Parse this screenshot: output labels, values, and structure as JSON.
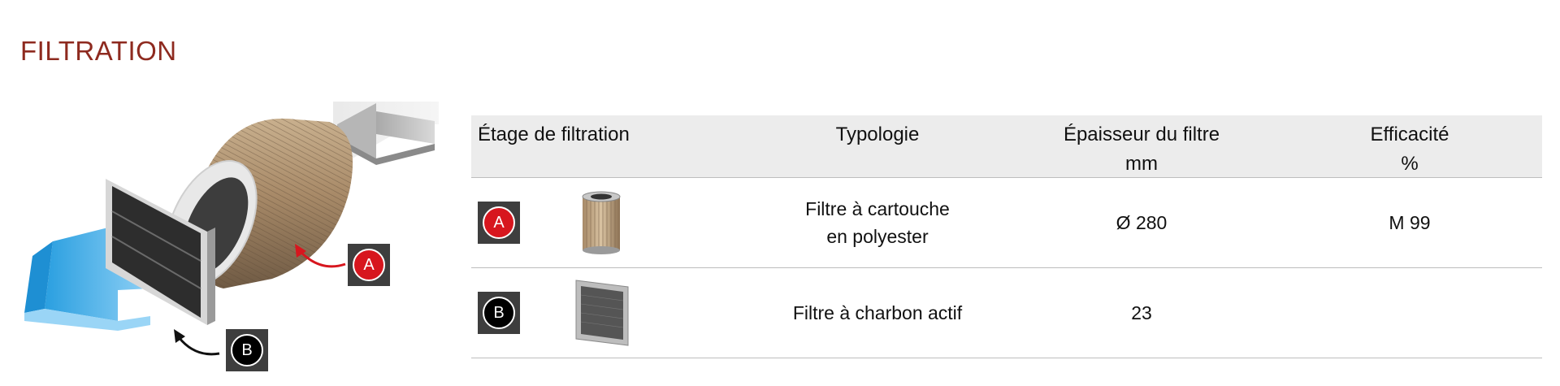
{
  "title": "FILTRATION",
  "illustration": {
    "badge_a": "A",
    "badge_b": "B"
  },
  "table": {
    "headers": {
      "stage": "Étage de filtration",
      "type": "Typologie",
      "thickness_line1": "Épaisseur du filtre",
      "thickness_line2": "mm",
      "efficiency_line1": "Efficacité",
      "efficiency_line2": "%"
    },
    "rows": [
      {
        "badge": "A",
        "thumbnail": "cartridge-filter-icon",
        "type_line1": "Filtre à cartouche",
        "type_line2": "en polyester",
        "thickness": "Ø 280",
        "efficiency": "M 99"
      },
      {
        "badge": "B",
        "thumbnail": "carbon-panel-filter-icon",
        "type_line1": "Filtre à charbon actif",
        "type_line2": "",
        "thickness": "23",
        "efficiency": ""
      }
    ]
  },
  "colors": {
    "title": "#8e2a1f",
    "badge_a": "#d7161e",
    "badge_b": "#000000",
    "badge_box": "#3e3e3e",
    "header_bg": "#ececec"
  }
}
